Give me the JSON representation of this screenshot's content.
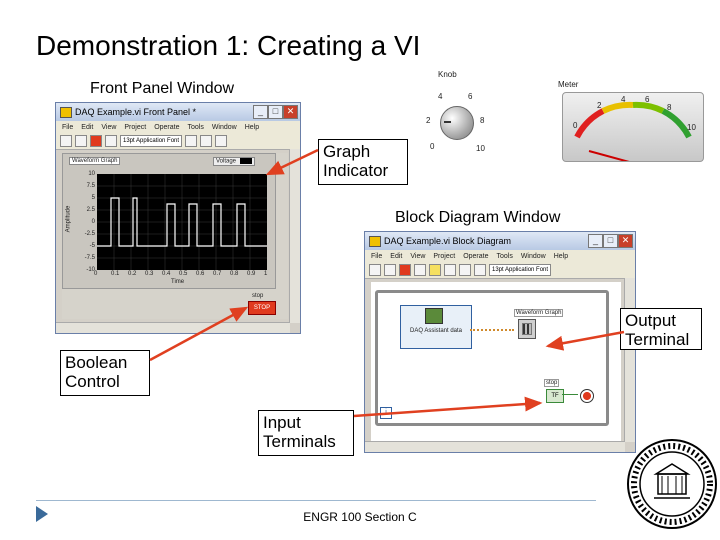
{
  "slide": {
    "title": "Demonstration 1: Creating a VI",
    "footer": "ENGR 100 Section C"
  },
  "labels": {
    "front_panel": "Front Panel Window",
    "block_diagram": "Block Diagram Window",
    "graph_indicator": [
      "Graph",
      "Indicator"
    ],
    "output_terminal": [
      "Output",
      "Terminal"
    ],
    "boolean_control": [
      "Boolean",
      "Control"
    ],
    "input_terminals": [
      "Input",
      "Terminals"
    ]
  },
  "knob": {
    "title": "Knob",
    "ticks": [
      "0",
      "2",
      "4",
      "6",
      "8",
      "10"
    ]
  },
  "meter": {
    "title": "Meter",
    "ticks": [
      "0",
      "2",
      "4",
      "6",
      "8",
      "10"
    ]
  },
  "front_panel_window": {
    "title": "DAQ Example.vi Front Panel *",
    "menu": [
      "File",
      "Edit",
      "View",
      "Project",
      "Operate",
      "Tools",
      "Window",
      "Help"
    ],
    "font_dropdown": "13pt Application Font",
    "graph_title": "Waveform Graph",
    "plot_legend": "Voltage",
    "ylabel": "Amplitude",
    "xlabel": "Time",
    "y_ticks": [
      "10",
      "7.5",
      "5",
      "2.5",
      "0",
      "-2.5",
      "-5",
      "-7.5",
      "-10"
    ],
    "x_ticks": [
      "0",
      "0.1",
      "0.2",
      "0.3",
      "0.4",
      "0.5",
      "0.6",
      "0.7",
      "0.8",
      "0.9",
      "1"
    ],
    "stop_label": "stop",
    "stop_button": "STOP"
  },
  "block_diagram_window": {
    "title": "DAQ Example.vi Block Diagram",
    "menu": [
      "File",
      "Edit",
      "View",
      "Project",
      "Operate",
      "Tools",
      "Window",
      "Help"
    ],
    "font_dropdown": "13pt Application Font",
    "daq_node": "DAQ Assistant data",
    "graph_terminal": "Waveform Graph",
    "stop_terminal_label": "stop",
    "stop_terminal": "TF",
    "iteration": "i"
  },
  "colors": {
    "arrow": "#e04020",
    "stop_red": "#e03a1e",
    "loop_border": "#8a8a8a"
  }
}
